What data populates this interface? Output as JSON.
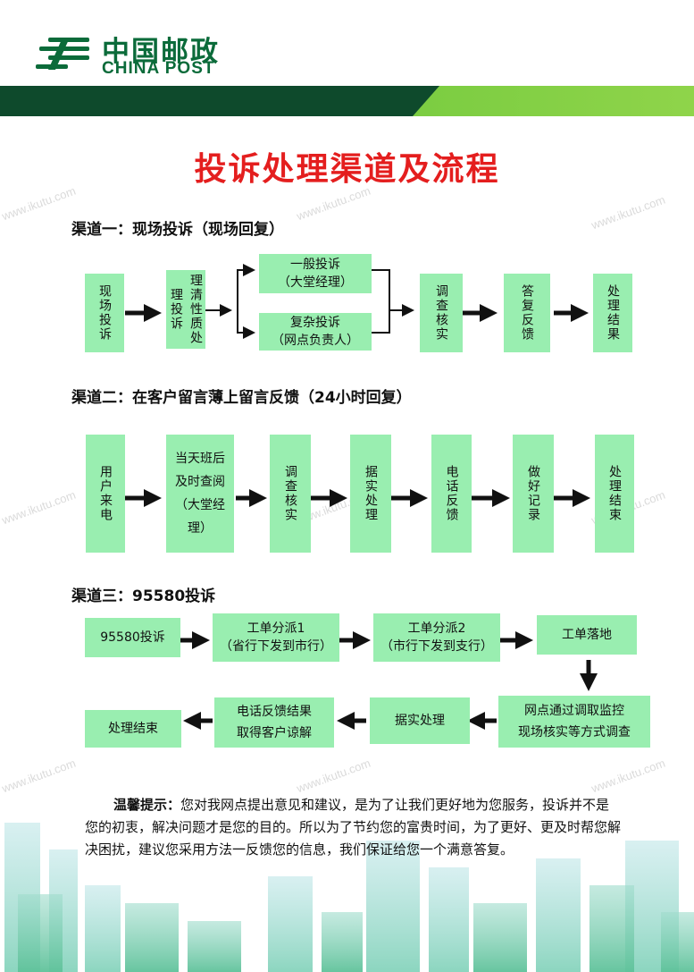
{
  "logo": {
    "cn": "中国邮政",
    "en": "CHINA POST"
  },
  "title": "投诉处理渠道及流程",
  "channel1": {
    "heading": "渠道一：现场投诉（现场回复）",
    "start": "现场投诉",
    "classify": "理清性质处理投诉",
    "branch_general": [
      "一般投诉",
      "（大堂经理）"
    ],
    "branch_complex": [
      "复杂投诉",
      "（网点负责人）"
    ],
    "investigate": "调查核实",
    "reply": "答复反馈",
    "end": "处理结果"
  },
  "channel2": {
    "heading": "渠道二：在客户留言薄上留言反馈（24小时回复）",
    "call": "用户来电",
    "same_day": [
      "当天班后",
      "及时查阅",
      "（大堂经",
      "理）"
    ],
    "investigate": "调查核实",
    "handle": "据实处理",
    "phone": "电话反馈",
    "record": "做好记录",
    "end": "处理结束"
  },
  "channel3": {
    "heading": "渠道三：95580投诉",
    "complaint": "95580投诉",
    "dispatch1": [
      "工单分派1",
      "（省行下发到市行）"
    ],
    "dispatch2": [
      "工单分派2",
      "（市行下发到支行）"
    ],
    "landing": "工单落地",
    "monitor": [
      "网点通过调取监控",
      "现场核实等方式调查"
    ],
    "handle": "据实处理",
    "phone_result": [
      "电话反馈结果",
      "取得客户谅解"
    ],
    "end": "处理结束"
  },
  "tip": {
    "label": "温馨提示：",
    "text": "您对我网点提出意见和建议，是为了让我们更好地为您服务，投诉并不是您的初衷，解决问题才是您的目的。所以为了节约您的富贵时间，为了更好、更及时帮您解决困扰，建议您采用方法一反馈您的信息，我们保证给您一个满意答复。"
  },
  "colors": {
    "brand_green": "#0b6b3a",
    "box_green": "#99eeb0",
    "title_red": "#e41e1e"
  }
}
